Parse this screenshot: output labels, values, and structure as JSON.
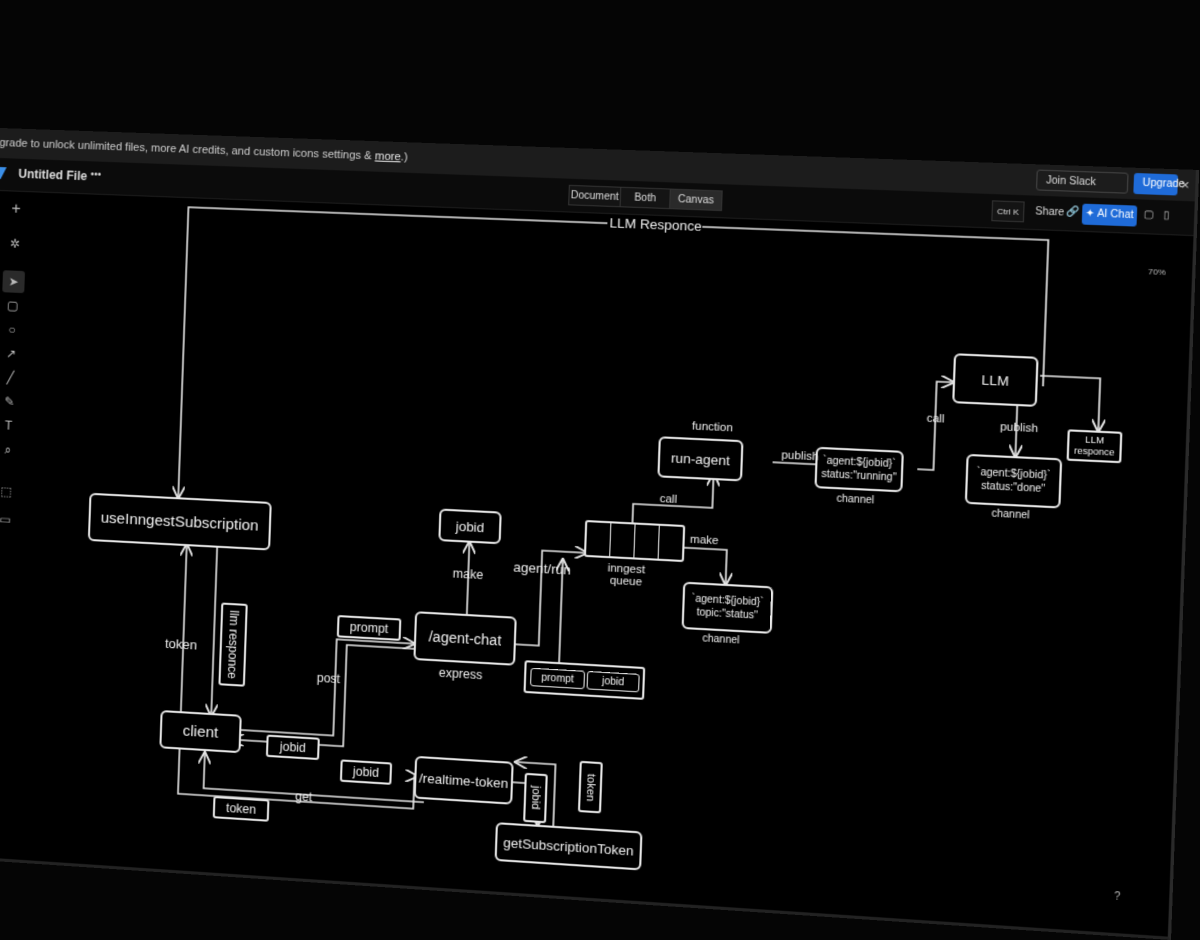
{
  "banner": {
    "message": "grade to unlock unlimited files, more AI credits, and custom icons settings & ",
    "more_link": "more",
    "close_paren": ".)",
    "join_slack": "Join Slack Community",
    "upgrade": "Upgrade",
    "close": "×"
  },
  "toolbar": {
    "file_name": "Untitled File",
    "more": "•••",
    "modes": [
      "Document",
      "Both",
      "Canvas"
    ],
    "active_mode": "Canvas",
    "shortcut": "Ctrl K",
    "share": "Share",
    "ai_chat": "AI Chat",
    "zoom": "70%"
  },
  "colors": {
    "accent": "#1f6bd8",
    "background": "#000000",
    "stroke": "#e8e8e8"
  },
  "left_tools": [
    "plus-icon",
    "sparkle-icon",
    "pointer-icon",
    "rectangle-icon",
    "circle-icon",
    "arrow-icon",
    "line-icon",
    "pencil-icon",
    "text-icon",
    "search-shape-icon",
    "frame-icon",
    "comment-icon"
  ],
  "diagram": {
    "nodes": {
      "use_inngest": "useInngestSubscription",
      "client": "client",
      "agent_chat": "/agent-chat",
      "jobid_top": "jobid",
      "queue_caption": "inngest\nqueue",
      "run_agent": "run-agent",
      "function_caption": "function",
      "channel_running": "`agent:${jobid}`\nstatus:\"running\"",
      "channel_status": "`agent:${jobid}`\ntopic:\"status\"",
      "llm": "LLM",
      "channel_done": "`agent:${jobid}`\nstatus:\"done\"",
      "llm_responce_box": "LLM\nresponce",
      "realtime_token": "/realtime-token",
      "get_sub_token": "getSubscriptionToken",
      "prompt_box": "prompt",
      "prompt_inner": "prompt",
      "jobid_inner": "jobid",
      "jobid_client": "jobid",
      "jobid_get": "jobid",
      "token_bottom": "token",
      "jobid_vertical": "jobid",
      "token_vertical": "token",
      "llm_responce_vertical": "llm responce"
    },
    "labels": {
      "llm_responce_top": "LLM Responce",
      "token": "token",
      "post": "post",
      "get": "get",
      "make_jobid": "make",
      "express": "express",
      "agent_run": "agent/run",
      "call_queue": "call",
      "make_channel": "make",
      "publish_running": "publish",
      "call_llm": "call",
      "publish_done": "publish",
      "channel1": "channel",
      "channel2": "channel",
      "channel3": "channel"
    }
  },
  "help": "?"
}
